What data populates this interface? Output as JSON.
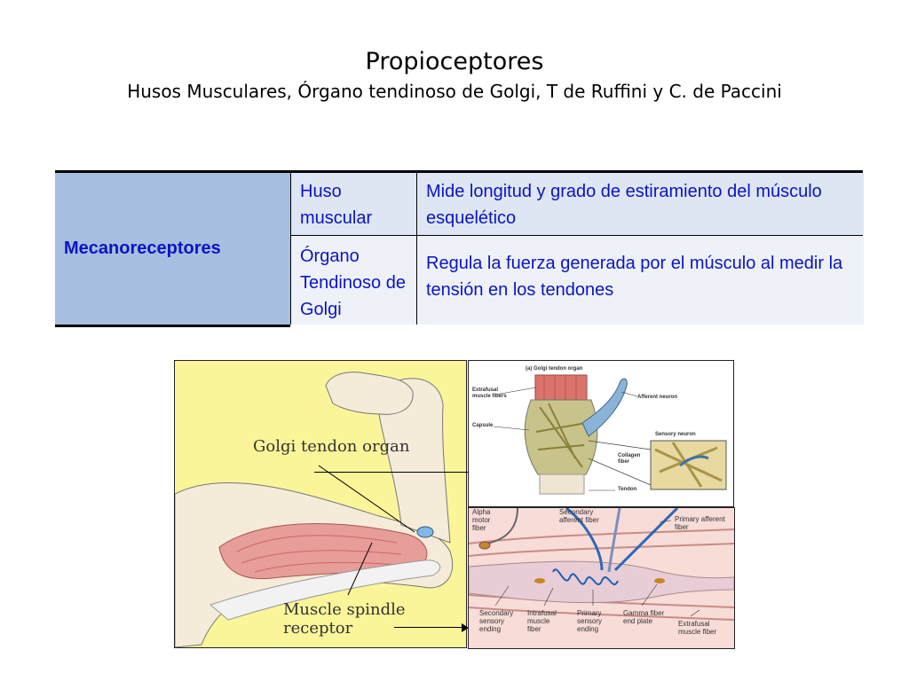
{
  "title": "Propioceptores",
  "subtitle": "Husos Musculares, Órgano tendinoso de Golgi, T de Ruffini y C. de Paccini",
  "table": {
    "header": "Mecanoreceptores",
    "rows": [
      {
        "name": "Huso muscular",
        "description": "Mide longitud y grado de estiramiento del músculo esquelético"
      },
      {
        "name": "Órgano Tendinoso de Golgi",
        "description": "Regula la fuerza generada por el músculo al medir la tensión en los tendones"
      }
    ]
  },
  "figure_left": {
    "golgi_label": "Golgi tendon organ",
    "spindle_label": "Muscle spindle receptor"
  },
  "figure_right_top": {
    "heading": "(a) Golgi tendon organ",
    "extrafusal": "Extrafusal muscle fibers",
    "afferent": "Afferent neuron",
    "capsule": "Capsule",
    "sensory": "Sensory neuron",
    "collagen": "Collagen fiber",
    "tendon": "Tendon"
  },
  "figure_right_bottom": {
    "alpha": "Alpha motor fiber",
    "secondary_afferent": "Secondary afferent fiber",
    "primary_afferent": "Primary afferent fiber",
    "secondary_sensory": "Secondary sensory ending",
    "intrafusal": "Intrafusal muscle fiber",
    "primary_sensory": "Primary sensory ending",
    "gamma": "Gamma fiber end plate",
    "extrafusal": "Extrafusal muscle fiber"
  },
  "colors": {
    "header_fill": "#a6bfe0",
    "row_fill": "#dde6f2",
    "text_blue": "#0b13c8",
    "figure_yellow": "#fbf59a",
    "muscle_pink": "#f7dcd8"
  }
}
